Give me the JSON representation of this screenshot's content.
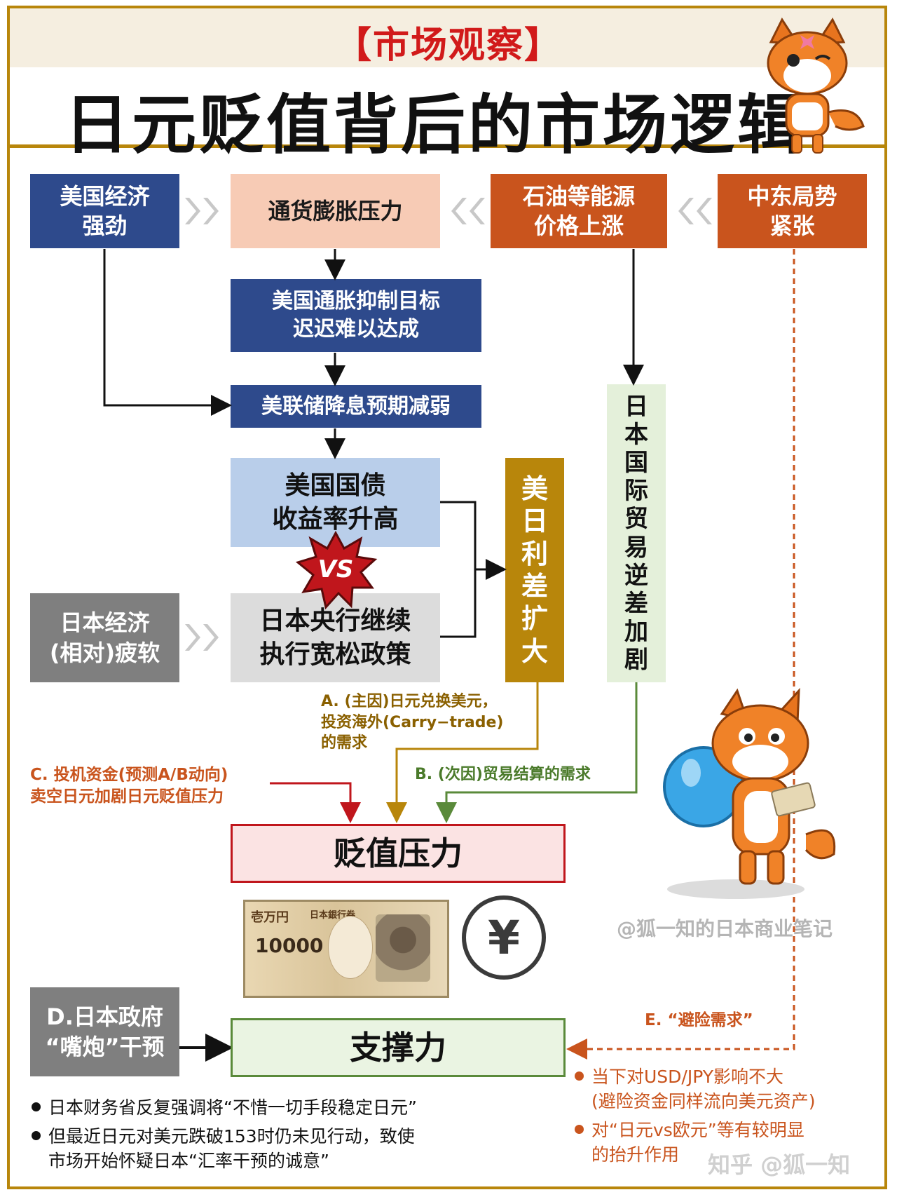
{
  "header": {
    "tag": "【市场观察】",
    "title": "日元贬值背后的市场逻辑"
  },
  "nodes": {
    "us_economy": "美国经济\n强劲",
    "inflation": "通货膨胀压力",
    "oil": "石油等能源\n价格上涨",
    "mideast": "中东局势\n紧张",
    "us_target": "美国通胀抑制目标\n迟迟难以达成",
    "fed": "美联储降息预期减弱",
    "us_bond": "美国国债\n收益率升高",
    "vs_badge": "VS",
    "jp_economy": "日本经济\n(相对)疲软",
    "boj": "日本央行继续\n执行宽松政策",
    "rate_diff": "美\n日\n利\n差\n扩\n大",
    "trade_deficit": "日\n本\n国\n际\n贸\n易\n逆\n差\n加\n剧",
    "depreciation": "贬值压力",
    "support": "支撑力",
    "gov": "D.日本政府\n“嘴炮”干预"
  },
  "labels": {
    "a": "A. (主因)日元兑换美元，\n投资海外(Carry−trade)\n的需求",
    "b": "B. (次因)贸易结算的需求",
    "c": "C. 投机资金(预测A/B动向)\n卖空日元加剧日元贬值压力",
    "e": "E. “避险需求”"
  },
  "notes_left": [
    "日本财务省反复强调将“不惜一切手段稳定日元”",
    "但最近日元对美元跌破153时仍未见行动，致使\n市场开始怀疑日本“汇率干预的诚意”"
  ],
  "notes_right": [
    "当下对USD/JPY影响不大\n(避险资金同样流向美元资产)",
    "对“日元vs欧元”等有较明显\n的抬升作用"
  ],
  "banknote": {
    "top_text": "壱万円",
    "bank_text": "日本銀行券",
    "value": "10000"
  },
  "yen_symbol": "¥",
  "watermark": "@狐一知的日本商业笔记",
  "zhihu": "知乎 @狐一知",
  "colors": {
    "blue": "#2e4a8c",
    "orange": "#c9541d",
    "gold": "#b8860b",
    "red": "#c0161c",
    "green": "#5a8a3a"
  }
}
